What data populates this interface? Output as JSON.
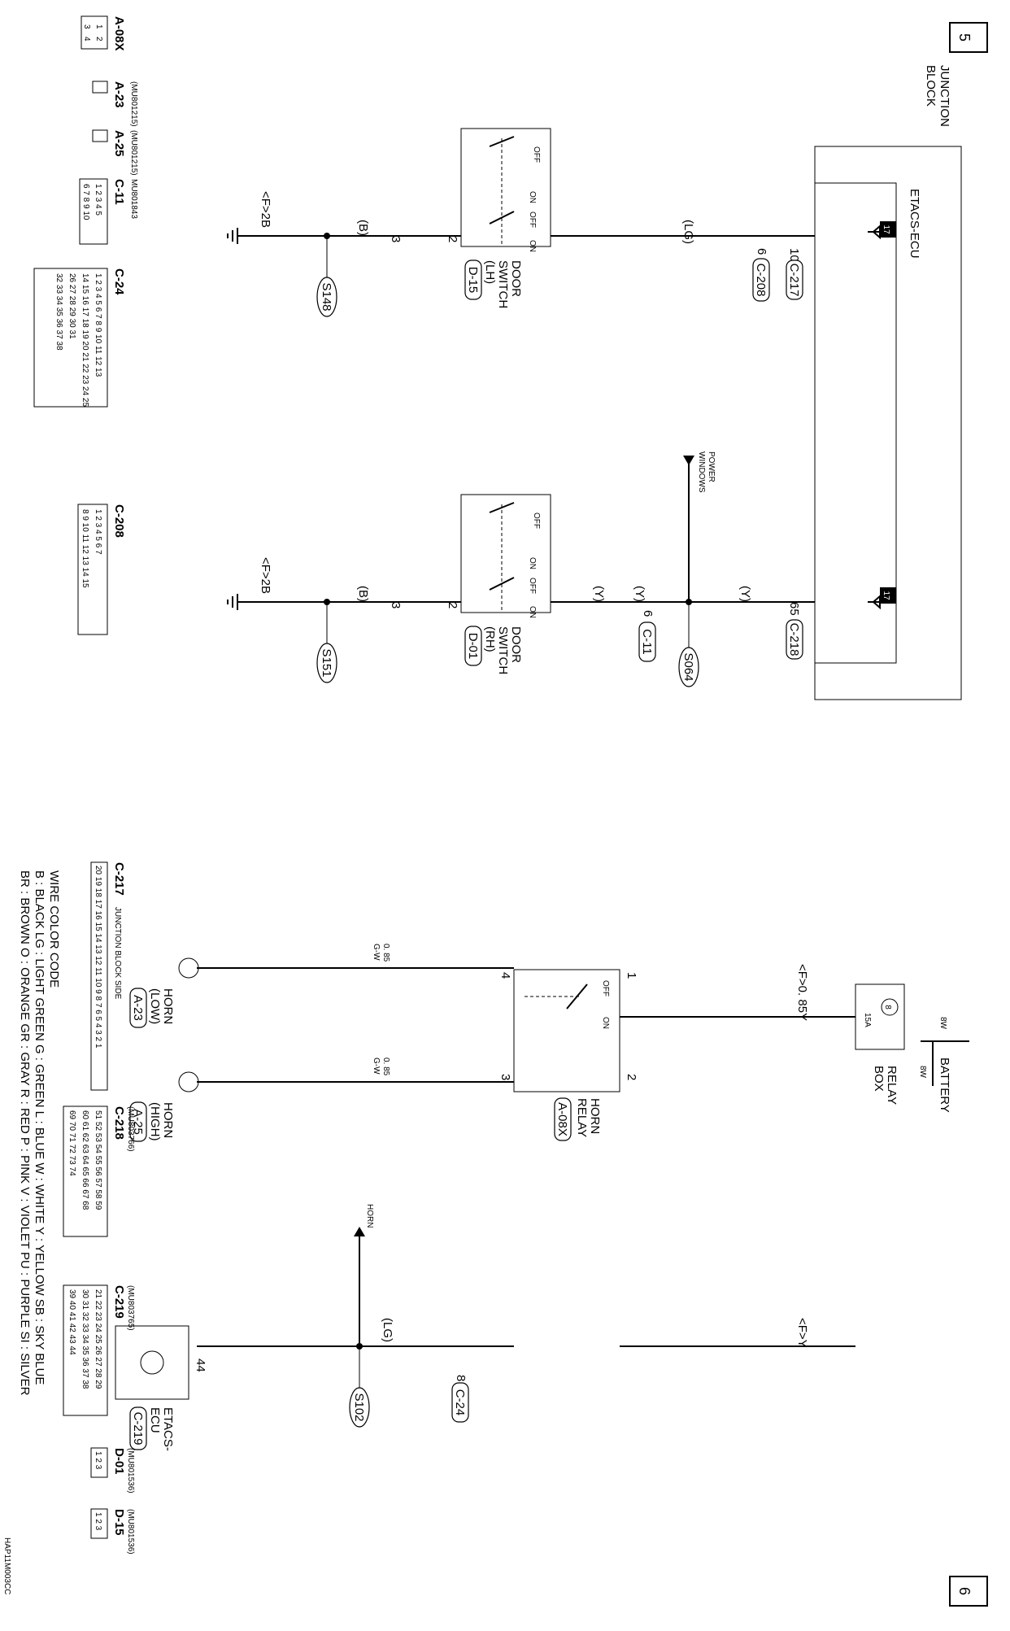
{
  "page_numbers": {
    "top": "5",
    "bottom": "6"
  },
  "doc_code": "HAP11M003CC",
  "labels": {
    "junction_block": [
      "JUNCTION",
      "BLOCK"
    ],
    "etacs_ecu": "ETACS-ECU",
    "c217": "C-217",
    "c218": "C-218",
    "c208": "C-208",
    "c11": "C-11",
    "c24": "C-24",
    "c219": "C-219",
    "d15": "D-15",
    "d01": "D-01",
    "a08x": "A-08X",
    "a23": "A-23",
    "a25": "A-25",
    "s148": "S148",
    "s151": "S151",
    "s064": "S064",
    "s102": "S102",
    "door_switch_lh": [
      "DOOR",
      "SWITCH",
      "(LH)"
    ],
    "door_switch_rh": [
      "DOOR",
      "SWITCH",
      "(RH)"
    ],
    "power_windows": [
      "POWER",
      "WINDOWS"
    ],
    "battery": "BATTERY",
    "relay_box": [
      "RELAY",
      "BOX"
    ],
    "horn_relay": [
      "HORN",
      "RELAY"
    ],
    "horn_low": [
      "HORN",
      "(LOW)"
    ],
    "horn_high": [
      "HORN",
      "(HIGH)"
    ],
    "horn": "HORN",
    "etacs_ecu2": [
      "ETACS-",
      "ECU"
    ],
    "junction_block_side": "JUNCTION BLOCK SIDE",
    "off": "OFF",
    "on": "ON",
    "fuse_no": "8",
    "fuse_amp": "15A",
    "ground_ref": "17",
    "f2b": "<F>2B",
    "f085y": "<F>0. 85Y",
    "fy": "<F>Y",
    "w_b": "(B)",
    "w_lg": "(LG)",
    "w_y": "(Y)",
    "w_8w": "8W",
    "w_085gw": [
      "0. 85",
      "G-W"
    ],
    "pin_10": "10",
    "pin_6": "6",
    "pin_65": "65",
    "pin_2": "2",
    "pin_3": "3",
    "pin_1": "1",
    "pin_4": "4",
    "pin_8": "8",
    "pin_44": "44",
    "part_mu801215": "(MU801215)",
    "part_mu801843": "MU801843",
    "part_mu803766": "(MU803766)",
    "part_mu803765": "(MU803765)",
    "part_mu801536": "(MU801536)"
  },
  "wire_color_code": {
    "title": "WIRE COLOR CODE",
    "line1": "B : BLACK   LG : LIGHT GREEN   G : GREEN   L : BLUE   W : WHITE   Y : YELLOW   SB : SKY BLUE",
    "line2": "BR : BROWN   O : ORANGE   GR : GRAY   R : RED   P : PINK   V : VIOLET   PU : PURPLE   SI : SILVER"
  },
  "connectors": {
    "a08x": [
      [
        "1",
        "2"
      ],
      [
        "3",
        "4"
      ]
    ],
    "c11": [
      [
        "1",
        "2",
        "3",
        "4",
        "5"
      ],
      [
        "6",
        "7",
        "8",
        "9",
        "10"
      ]
    ],
    "c24": [
      [
        "1",
        "2",
        "3",
        "4",
        "5",
        "6",
        "7",
        "8",
        "9",
        "10",
        "11",
        "12",
        "13"
      ],
      [
        "14",
        "15",
        "16",
        "17",
        "18",
        "19",
        "20",
        "21",
        "22",
        "23",
        "24",
        "25"
      ],
      [
        "26",
        "27",
        "28",
        "29",
        "30",
        "31"
      ],
      [
        "32",
        "33",
        "34",
        "35",
        "36",
        "37",
        "38"
      ]
    ],
    "c208": [
      [
        "1",
        "2",
        "3",
        "4",
        "5",
        "6",
        "7"
      ],
      [
        "8",
        "9",
        "10",
        "11",
        "12",
        "13",
        "14",
        "15"
      ]
    ],
    "c217": [
      "20",
      "19",
      "18",
      "17",
      "16",
      "15",
      "14",
      "13",
      "12",
      "11",
      "10",
      "9",
      "8",
      "7",
      "6",
      "5",
      "4",
      "3",
      "2",
      "1"
    ],
    "c218": [
      [
        "51",
        "52",
        "53",
        "54",
        "55",
        "56",
        "57",
        "58",
        "59"
      ],
      [
        "60",
        "61",
        "62",
        "63",
        "64",
        "65",
        "66",
        "67",
        "68"
      ],
      [
        "69",
        "70",
        "71",
        "72",
        "73",
        "74"
      ]
    ],
    "c219": [
      [
        "21",
        "22",
        "23",
        "24",
        "25",
        "26",
        "27",
        "28",
        "29"
      ],
      [
        "30",
        "31",
        "32",
        "33",
        "34",
        "35",
        "36",
        "37",
        "38"
      ],
      [
        "39",
        "40",
        "41",
        "42",
        "43",
        "44"
      ]
    ],
    "d01": [
      "1",
      "2",
      "3"
    ],
    "d15": [
      "1",
      "2",
      "3"
    ]
  }
}
